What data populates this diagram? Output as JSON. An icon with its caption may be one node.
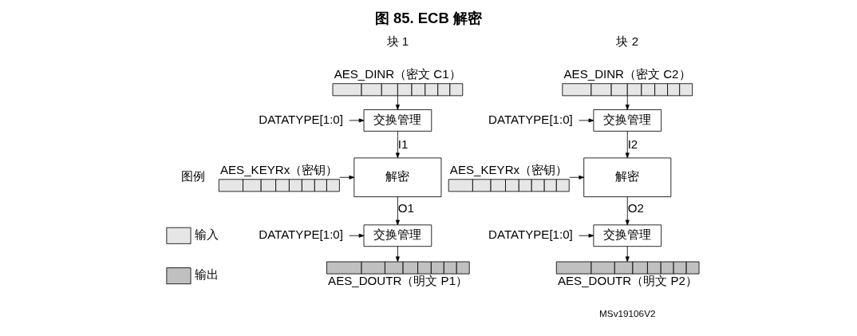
{
  "diagram": {
    "title": "图 85. ECB 解密",
    "nodes": [
      {
        "text": [
          "AES_DINR（密文 C1）"
        ]
      },
      {
        "text": [
          "DATATYPE[1:0]"
        ]
      },
      {
        "text": [
          "交换管理"
        ]
      },
      {
        "text": [
          "AES_KEYRx（密钥）"
        ]
      },
      {
        "text": [
          "解密"
        ]
      },
      {
        "text": [
          "DATATYPE[1:0]"
        ]
      },
      {
        "text": [
          "交换管理"
        ]
      },
      {
        "text": [
          "AES_DOUTR（明文 P1）"
        ]
      },
      {
        "text": [
          "AES_DINR（密文 C2）"
        ]
      },
      {
        "text": [
          "DATATYPE[1:0]"
        ]
      },
      {
        "text": [
          "交换管理"
        ]
      },
      {
        "text": [
          "AES_KEYRx（密钥）"
        ]
      },
      {
        "text": [
          "解密"
        ]
      },
      {
        "text": [
          "DATATYPE[1:0]"
        ]
      },
      {
        "text": [
          "交换管理"
        ]
      },
      {
        "text": [
          "AES_DOUTR（明文 P2）"
        ]
      }
    ],
    "edges": [
      {
        "from": 0,
        "to": 2,
        "arrow": "to"
      },
      {
        "from": 1,
        "to": 2,
        "arrow": "to"
      },
      {
        "from": 2,
        "to": 4,
        "arrow": "to",
        "label": "I1"
      },
      {
        "from": 3,
        "to": 4,
        "arrow": "to"
      },
      {
        "from": 4,
        "to": 6,
        "arrow": "to",
        "label": "O1"
      },
      {
        "from": 5,
        "to": 6,
        "arrow": "to"
      },
      {
        "from": 6,
        "to": 7,
        "arrow": "to"
      },
      {
        "from": 8,
        "to": 10,
        "arrow": "to"
      },
      {
        "from": 9,
        "to": 10,
        "arrow": "to"
      },
      {
        "from": 10,
        "to": 12,
        "arrow": "to",
        "label": "I2"
      },
      {
        "from": 11,
        "to": 12,
        "arrow": "to"
      },
      {
        "from": 12,
        "to": 14,
        "arrow": "to",
        "label": "O2"
      },
      {
        "from": 13,
        "to": 14,
        "arrow": "to"
      },
      {
        "from": 14,
        "to": 15,
        "arrow": "to"
      }
    ],
    "labels": [
      "块 1",
      "块 2",
      "图例",
      "MSv19106V2"
    ],
    "legend": [
      {
        "text": "输入",
        "color": "#e6e6e6"
      },
      {
        "text": "输出",
        "color": "#c0c0c0"
      }
    ]
  }
}
